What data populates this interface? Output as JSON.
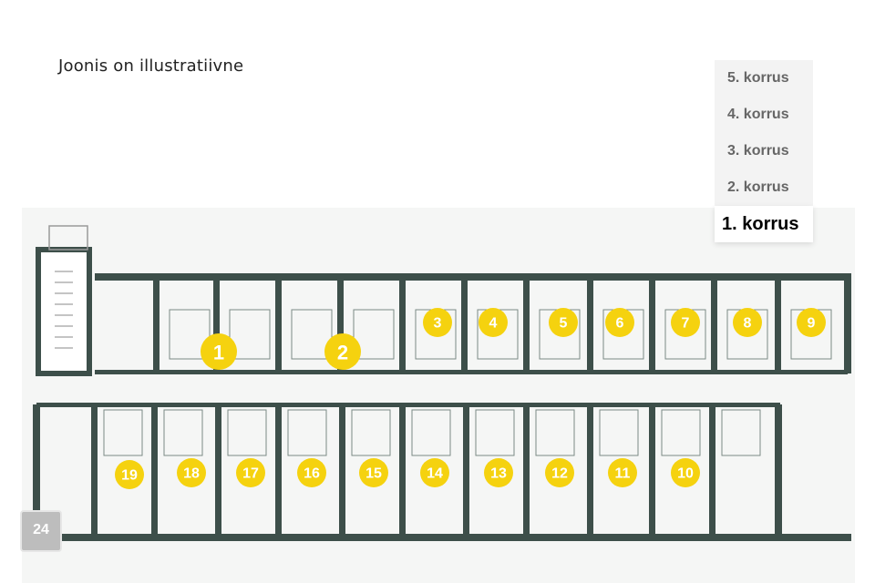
{
  "caption": "Joonis on illustratiivne",
  "floor_menu": {
    "items": [
      {
        "label": "5. korrus",
        "active": false
      },
      {
        "label": "4. korrus",
        "active": false
      },
      {
        "label": "3. korrus",
        "active": false
      },
      {
        "label": "2. korrus",
        "active": false
      },
      {
        "label": "1. korrus",
        "active": true
      }
    ]
  },
  "plan": {
    "marker_color": "#f5d20f",
    "wall_color": "#3d4f4a",
    "units": [
      {
        "number": "1",
        "large": true
      },
      {
        "number": "2",
        "large": true
      },
      {
        "number": "3"
      },
      {
        "number": "4"
      },
      {
        "number": "5"
      },
      {
        "number": "6"
      },
      {
        "number": "7"
      },
      {
        "number": "8"
      },
      {
        "number": "9"
      },
      {
        "number": "10"
      },
      {
        "number": "11"
      },
      {
        "number": "12"
      },
      {
        "number": "13"
      },
      {
        "number": "14"
      },
      {
        "number": "15"
      },
      {
        "number": "16"
      },
      {
        "number": "17"
      },
      {
        "number": "18"
      },
      {
        "number": "19"
      }
    ]
  },
  "badge": "24"
}
